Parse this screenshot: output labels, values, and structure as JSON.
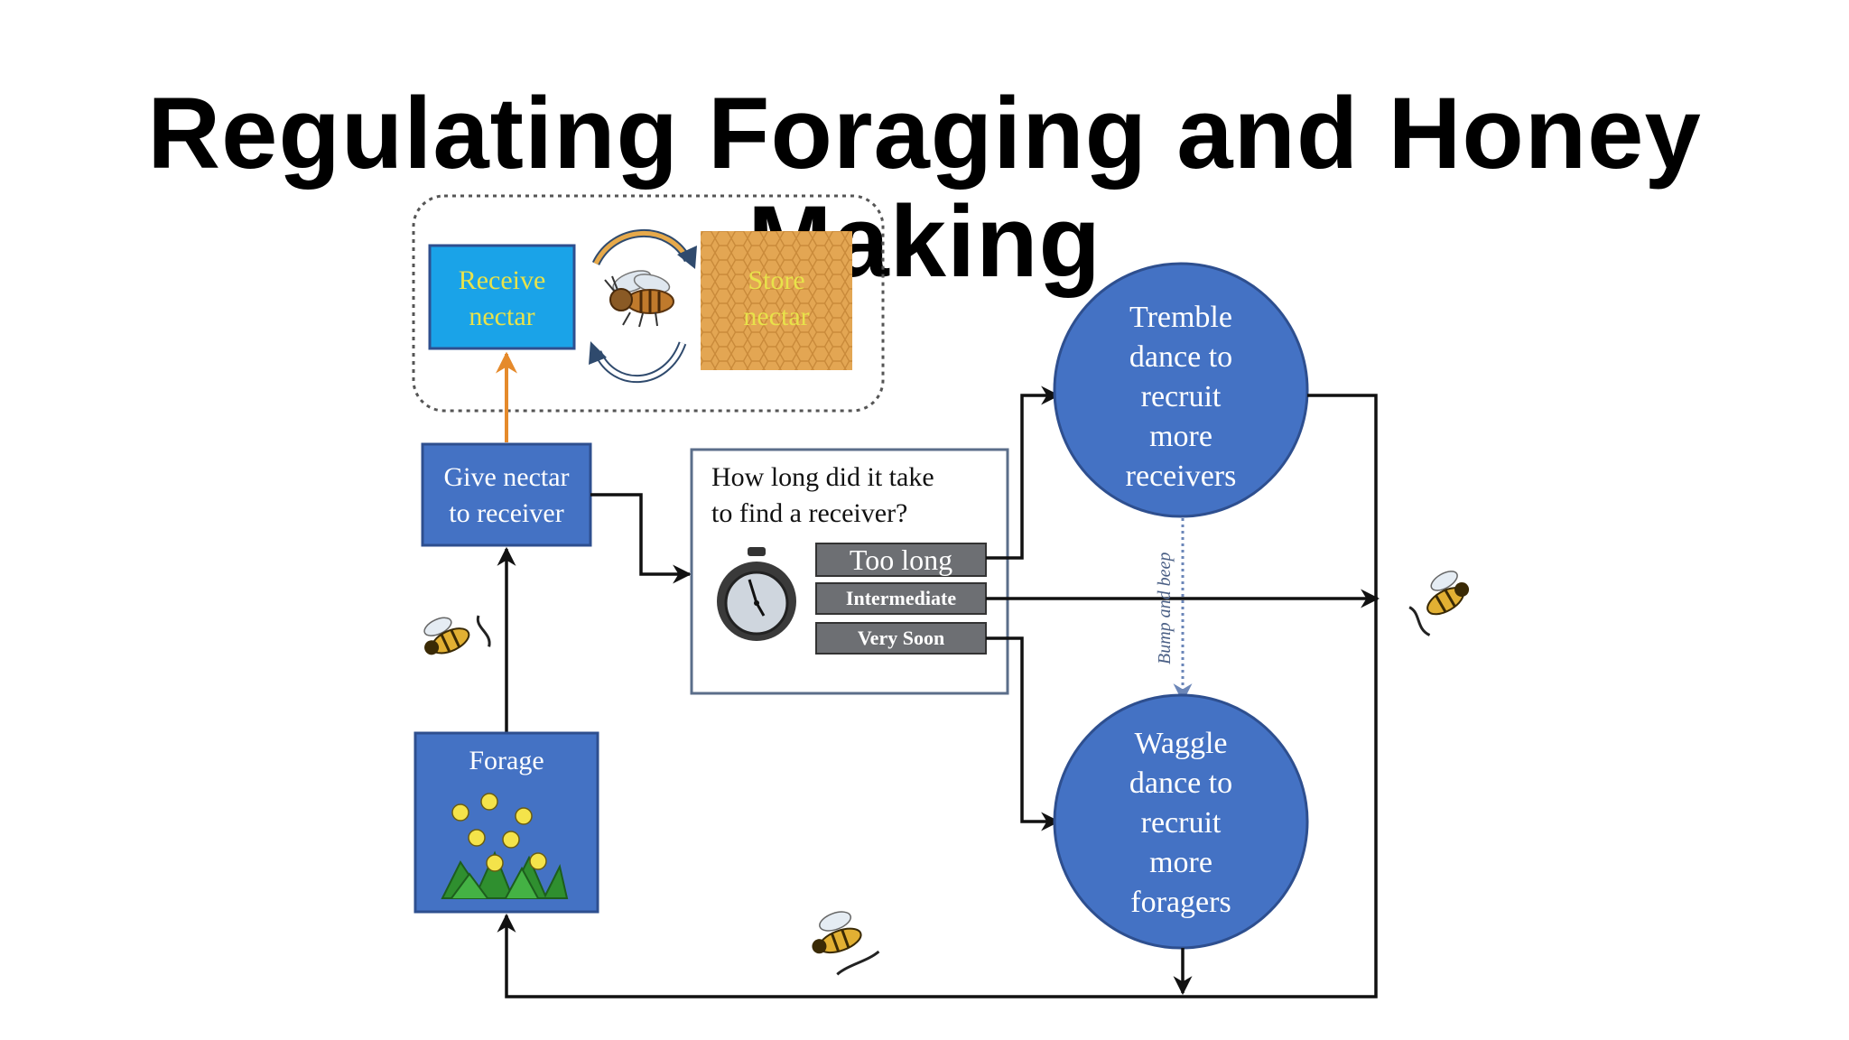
{
  "title": "Regulating Foraging and Honey Making",
  "colors": {
    "box_blue": "#4472c4",
    "receive_blue": "#1aa3e8",
    "yellow_text": "#e8e24a",
    "honeycomb": "#e3a653",
    "gray_label": "#6d6f73",
    "orange_arrow": "#e58a2b",
    "line_black": "#111111",
    "stopwatch": "#333333"
  },
  "nodes": {
    "receive_nectar": [
      "Receive",
      "nectar"
    ],
    "store_nectar": [
      "Store",
      "nectar"
    ],
    "give_nectar": [
      "Give nectar",
      "to receiver"
    ],
    "question": [
      "How long did it take",
      "to find a receiver?"
    ],
    "too_long": "Too long",
    "intermediate": "Intermediate",
    "very_soon": "Very Soon",
    "tremble": [
      "Tremble",
      "dance to",
      "recruit",
      "more",
      "receivers"
    ],
    "waggle": [
      "Waggle",
      "dance to",
      "recruit",
      "more",
      "foragers"
    ],
    "forage": "Forage",
    "bump_beep": "Bump and beep"
  }
}
